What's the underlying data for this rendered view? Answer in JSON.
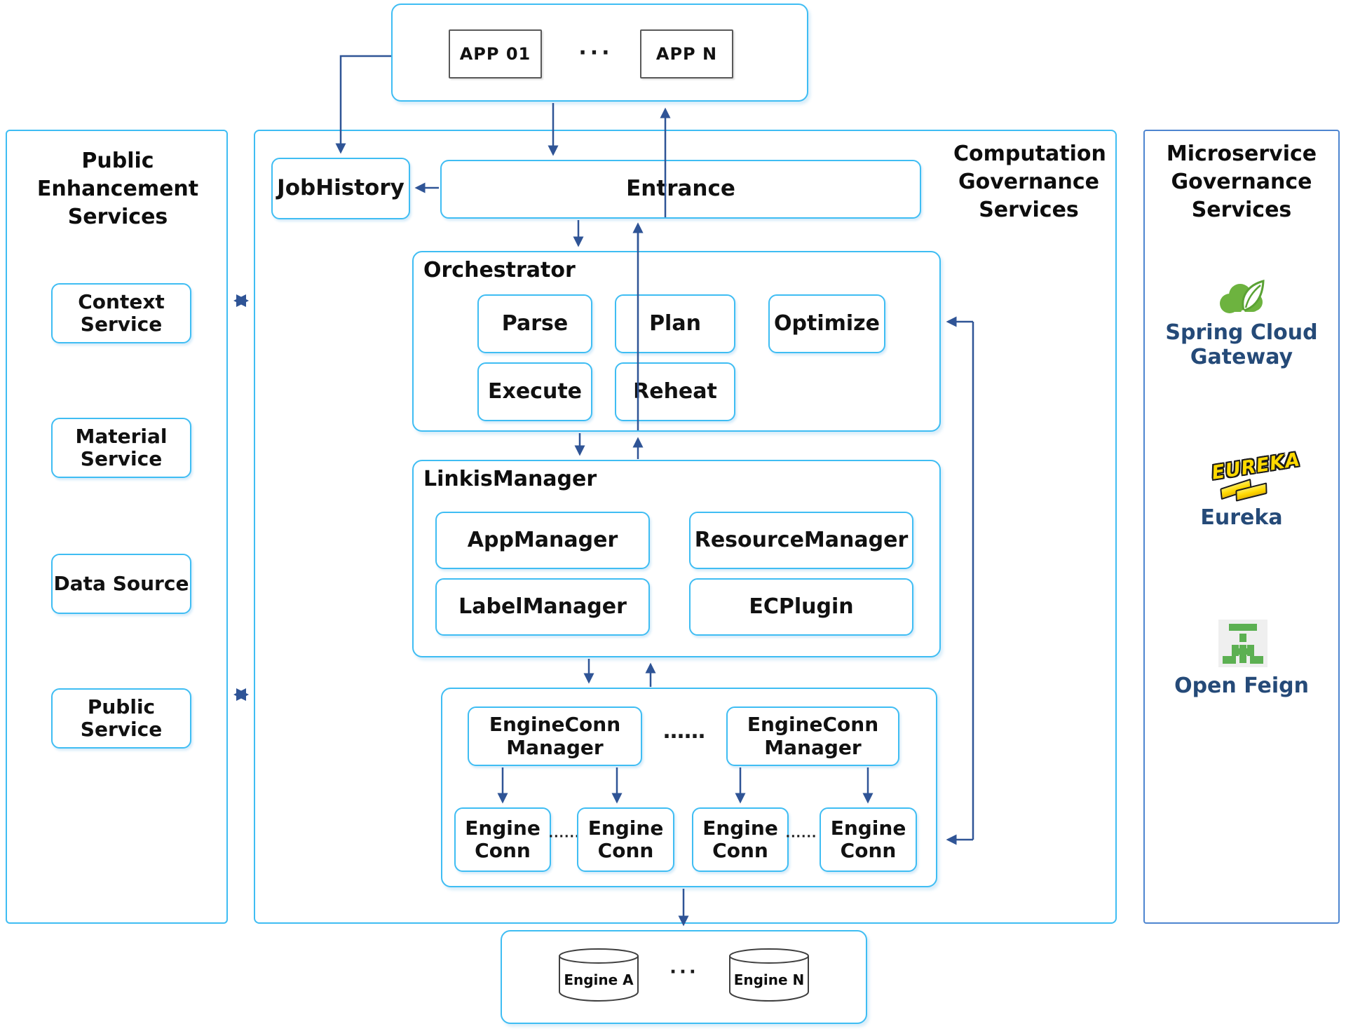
{
  "colors": {
    "container_border": "#3FBDF3",
    "right_panel_border": "#4472C4",
    "app_box_border": "#595959",
    "arrow": "#2F5496",
    "tech_label_text": "#254A78",
    "spring_green": "#6DB33F",
    "eureka_yellow": "#FFD900",
    "feign_green": "#5CB052"
  },
  "top_apps": {
    "app_01": "APP 01",
    "app_n": "APP N",
    "dots": "···"
  },
  "left_panel": {
    "title": "Public Enhancement Services",
    "items": [
      {
        "label": "Context Service"
      },
      {
        "label": "Material Service"
      },
      {
        "label": "Data Source"
      },
      {
        "label": "Public Service"
      }
    ]
  },
  "middle_panel": {
    "title": "Computation Governance Services",
    "job_history": "JobHistory",
    "entrance": "Entrance",
    "orchestrator": {
      "label": "Orchestrator",
      "boxes": [
        "Parse",
        "Plan",
        "Optimize",
        "Execute",
        "Reheat"
      ]
    },
    "linkis_manager": {
      "label": "LinkisManager",
      "boxes": [
        "AppManager",
        "ResourceManager",
        "LabelManager",
        "ECPlugin"
      ]
    },
    "engine_conn_area": {
      "manager_label": "EngineConn Manager",
      "manager_dots": "……",
      "conn_label": "Engine Conn",
      "conn_dots": "······"
    }
  },
  "right_panel": {
    "title": "Microservice Governance Services",
    "spring": {
      "label": "Spring Cloud Gateway"
    },
    "eureka": {
      "logo_text": "EUREKA",
      "label": "Eureka"
    },
    "feign": {
      "label": "Open Feign"
    }
  },
  "bottom_engines": {
    "engine_a": "Engine A",
    "engine_n": "Engine N",
    "dots": "···"
  }
}
